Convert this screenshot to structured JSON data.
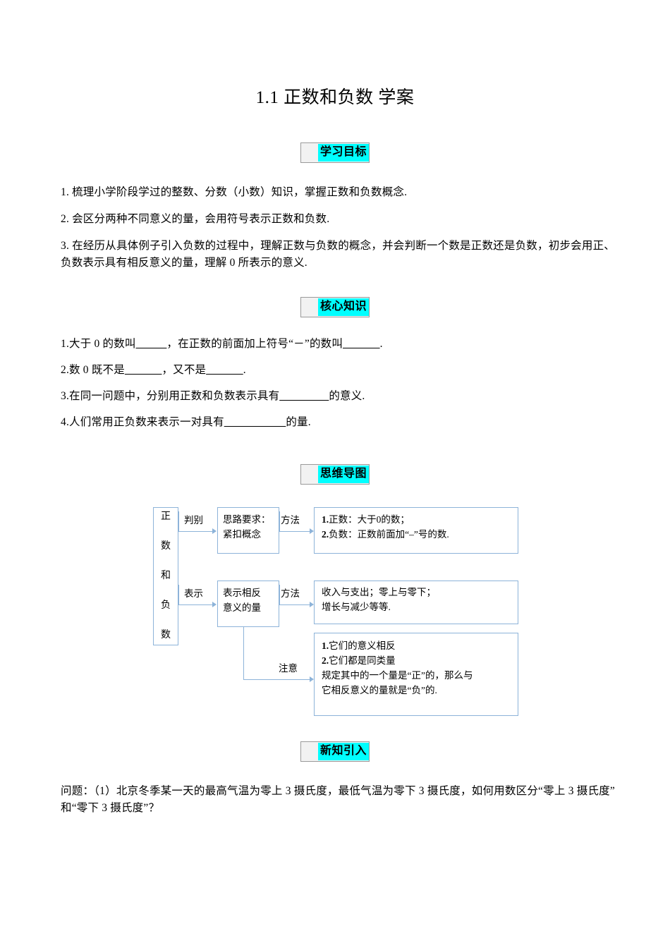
{
  "document": {
    "title": "1.1 正数和负数  学案"
  },
  "sections": [
    {
      "id": "objectives",
      "badge": "学习目标",
      "items": [
        "1. 梳理小学阶段学过的整数、分数（小数）知识，掌握正数和负数概念.",
        "2. 会区分两种不同意义的量，会用符号表示正数和负数.",
        "3. 在经历从具体例子引入负数的过程中，理解正数与负数的概念，并会判断一个数是正数还是负数，初步会用正、负数表示具有相反意义的量，理解 0 所表示的意义."
      ]
    },
    {
      "id": "core-knowledge",
      "badge": "核心知识",
      "items": [
        {
          "prefix": "1.大于 0 的数叫",
          "blank1": "_____",
          "middle": "，在正数的前面加上符号“－”的数叫",
          "blank2": "______",
          "suffix": "."
        },
        {
          "prefix": "2.数 0 既不是",
          "blank1": "______",
          "middle": "，又不是",
          "blank2": "______",
          "suffix": "."
        },
        {
          "prefix": "3.在同一问题中，分别用正数和负数表示具有",
          "blank1": "________",
          "middle": "",
          "blank2": "",
          "suffix": "的意义."
        },
        {
          "prefix": "4.人们常用正负数来表示一对具有",
          "blank1": "__________",
          "middle": "",
          "blank2": "",
          "suffix": "的量."
        }
      ]
    },
    {
      "id": "mindmap",
      "badge": "思维导图"
    },
    {
      "id": "new-knowledge",
      "badge": "新知引入",
      "items": [
        "问题：（1）北京冬季某一天的最高气温为零上 3 摄氏度，最低气温为零下 3 摄氏度，如何用数区分“零上 3 摄氏度”和“零下 3 摄氏度”？"
      ]
    }
  ],
  "mindmap": {
    "root": [
      "正",
      "数",
      "和",
      "负",
      "数"
    ],
    "edge_labels": {
      "panbie": "判别",
      "biaoshi": "表示",
      "fangfa1": "方法",
      "fangfa2": "方法",
      "zhuyi": "注意"
    },
    "box_judge": {
      "line1": "思路要求：",
      "line2": "紧扣概念"
    },
    "box_express": {
      "line1": "表示相反",
      "line2": "意义的量"
    },
    "box_method1": {
      "line1_num": "1.",
      "line1_text": "正数：大于0的数；",
      "line2_num": "2.",
      "line2_text": "负数：正数前面加“–”号的数."
    },
    "box_method2": {
      "line1": "收入与支出；零上与零下；",
      "line2": "增长与减少等等."
    },
    "box_note": {
      "line1_num": "1.",
      "line1_text": "它们的意义相反",
      "line2_num": "2.",
      "line2_text": "它们都是同类量",
      "line3": "规定其中的一个量是“正”的，那么与",
      "line4": "它相反意义的量就是“负”的."
    },
    "colors": {
      "box_border": "#8db3d9",
      "connector": "#8db3d9"
    }
  },
  "theme": {
    "badge_highlight": "#00ffff",
    "badge_border": "#9a9a9a",
    "page_background": "#ffffff",
    "text": "#000000"
  }
}
